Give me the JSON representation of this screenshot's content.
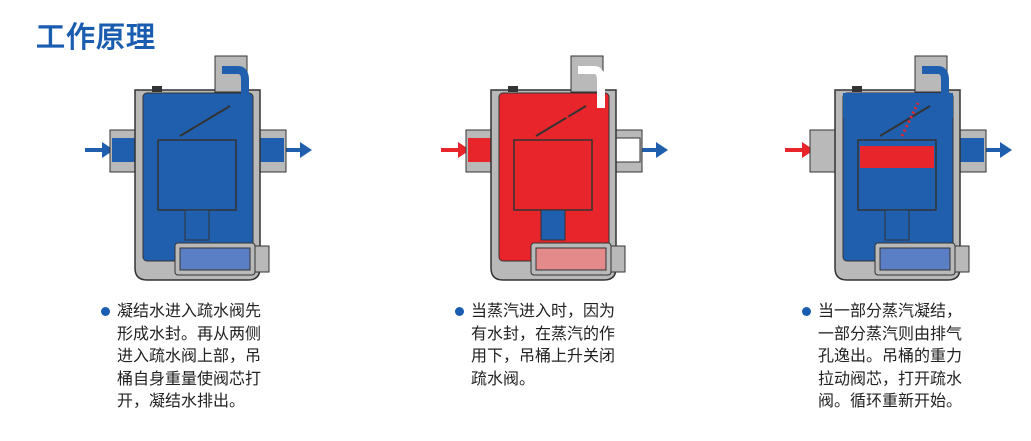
{
  "title": "工作原理",
  "colors": {
    "water": "#1f5fae",
    "steam": "#e8252b",
    "body": "#b9b9b9",
    "outline": "#333333",
    "title": "#1a5cb0"
  },
  "panels": [
    {
      "state": "water",
      "bucket_fill": "water",
      "inlet_arrow": "#1f5fae",
      "outlet_arrow": "#1f5fae",
      "lines": [
        "凝结水进入疏水阀先",
        "形成水封。再从两侧",
        "进入疏水阀上部，吊",
        "桶自身重量使阀芯打",
        "开，凝结水排出。"
      ]
    },
    {
      "state": "steam",
      "bucket_fill": "steam",
      "inlet_arrow": "#e8252b",
      "outlet_arrow": "#1f5fae",
      "lines": [
        "当蒸汽进入时，因为",
        "有水封，在蒸汽的作",
        "用下，吊桶上升关闭",
        "疏水阀。"
      ]
    },
    {
      "state": "partial",
      "bucket_fill": "partial",
      "inlet_arrow": "#e8252b",
      "outlet_arrow": "#1f5fae",
      "lines": [
        "当一部分蒸汽凝结，",
        "一部分蒸汽则由排气",
        "孔逸出。吊桶的重力",
        "拉动阀芯，打开疏水",
        "阀。循环重新开始。"
      ]
    }
  ]
}
